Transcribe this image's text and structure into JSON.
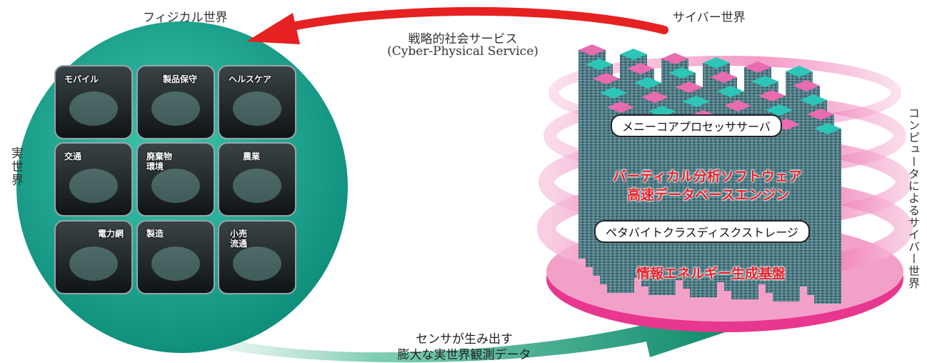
{
  "labels": {
    "physical_world": "フィジカル世界",
    "cyber_world": "サイバー世界",
    "real_world": "実世界",
    "computer_cyber_world": "コンピュータによるサイバー世界"
  },
  "top_arrow": {
    "line1": "戦略的社会サービス",
    "line2": "(Cyber-Physical Service)"
  },
  "bottom_arrow": {
    "line1": "センサが生み出す",
    "line2": "膨大な実世界観測データ"
  },
  "tiles": [
    {
      "label": "モバイル"
    },
    {
      "label": "製品保守"
    },
    {
      "label": "ヘルスケア"
    },
    {
      "label": "交通"
    },
    {
      "label": "廃棄物\n環境"
    },
    {
      "label": "農業"
    },
    {
      "label": "電力網"
    },
    {
      "label": "製造"
    },
    {
      "label": "小売\n流通"
    }
  ],
  "server": {
    "top_pill": "メニーコアプロセッササーバ",
    "red_line1": "バーティカル分析ソフトウェア",
    "red_line2": "高速データベースエンジン",
    "mid_pill": "ペタバイトクラスディスクストレージ",
    "red_line3": "情報エネルギー生成基盤"
  },
  "colors": {
    "circle": "#1fa590",
    "red_arrow": "#e62121",
    "green_arrow": "#1d9a78",
    "pink": "#e8378e",
    "teal_top": "#2cc6b8",
    "pink_top": "#e96bb0",
    "red_text": "#e8202a"
  },
  "icons": [
    "mobile-icon",
    "product-maintenance-icon",
    "healthcare-icon",
    "transport-icon",
    "waste-environment-icon",
    "agriculture-icon",
    "power-grid-icon",
    "manufacturing-icon",
    "retail-distribution-icon"
  ]
}
